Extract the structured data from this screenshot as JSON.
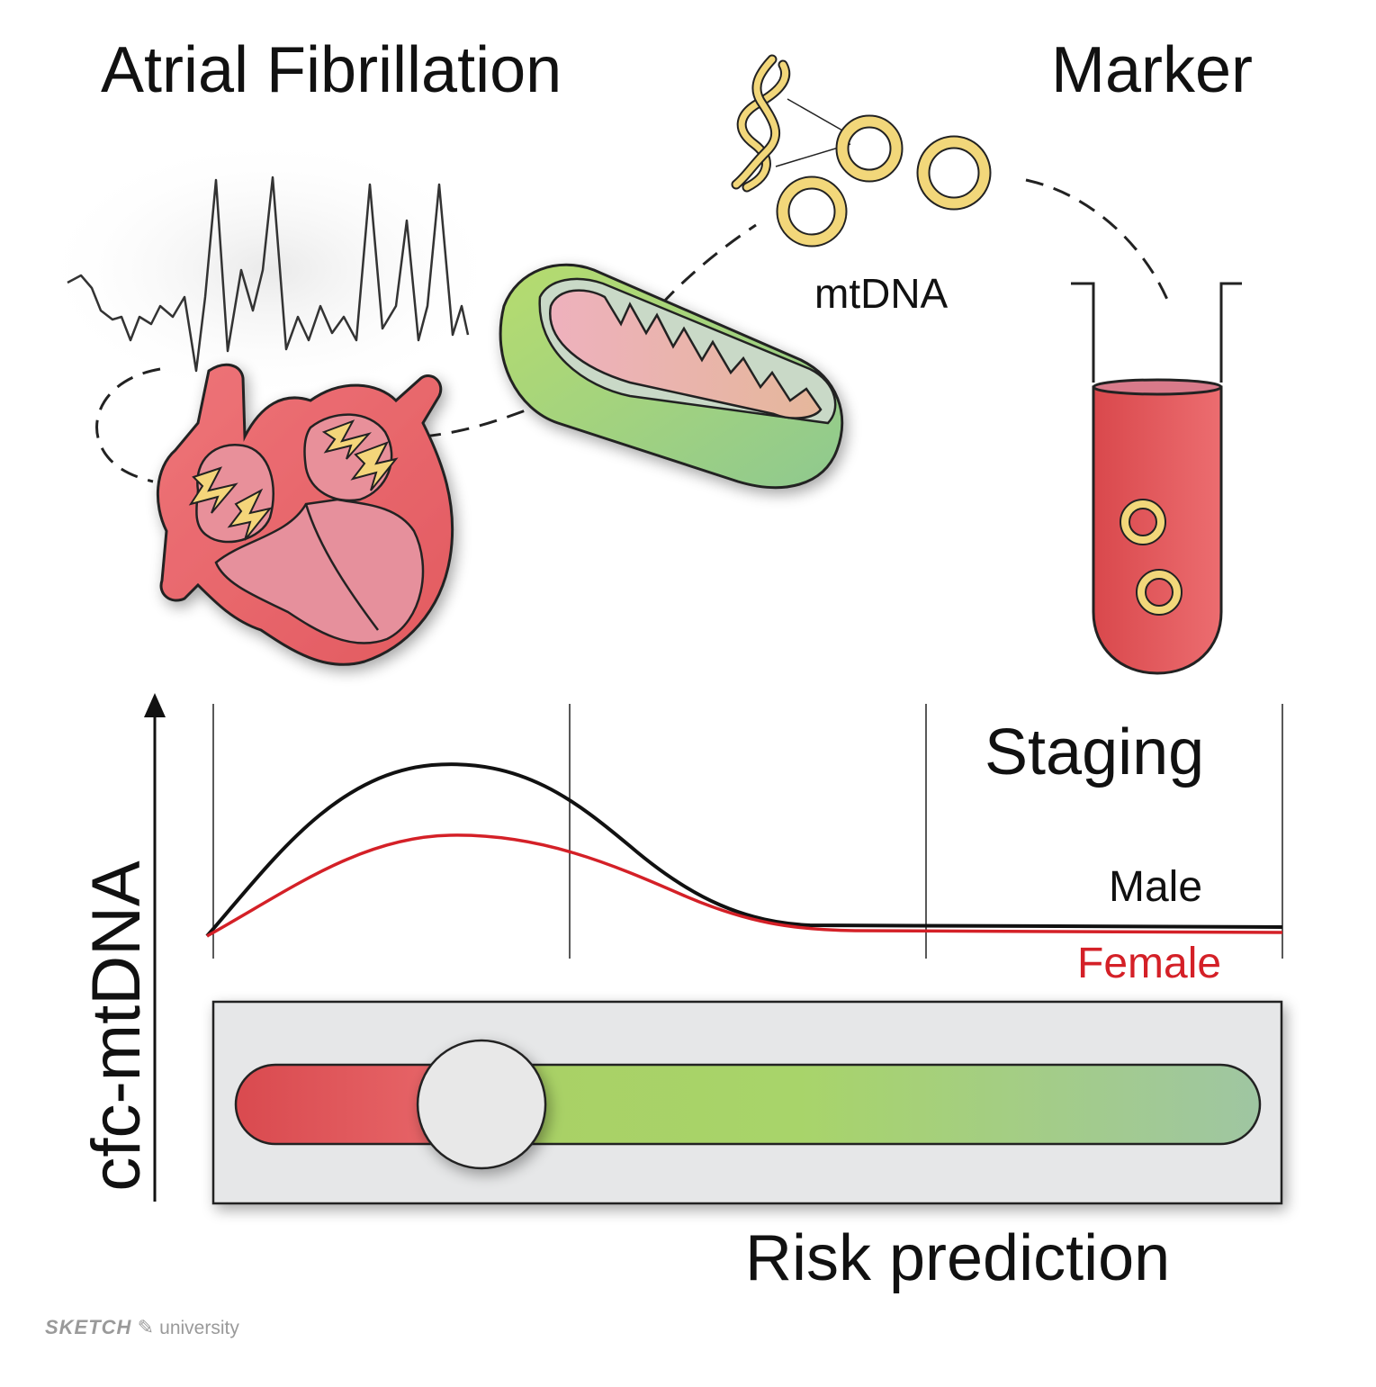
{
  "title_left": "Atrial Fibrillation",
  "title_right": "Marker",
  "mtdna_label": "mtDNA",
  "staging_label": "Staging",
  "y_axis_label": "cfc-mtDNA",
  "series": {
    "male": {
      "name": "Male",
      "color": "#111111"
    },
    "female": {
      "name": "Female",
      "color": "#d42027"
    }
  },
  "risk_label": "Risk prediction",
  "risk_slider": {
    "position": 0.24,
    "colors": [
      "#d94a4f",
      "#a8d16a",
      "#9fc9a0"
    ]
  },
  "logo": {
    "brand": "SKETCH",
    "suffix": "university"
  },
  "colors": {
    "heart": "#e8666b",
    "mitochondria_outer": "#a6d468",
    "mtdna": "#f2d77a",
    "tube_blood": "#e05b5f",
    "panel": "#e6e7e8"
  }
}
